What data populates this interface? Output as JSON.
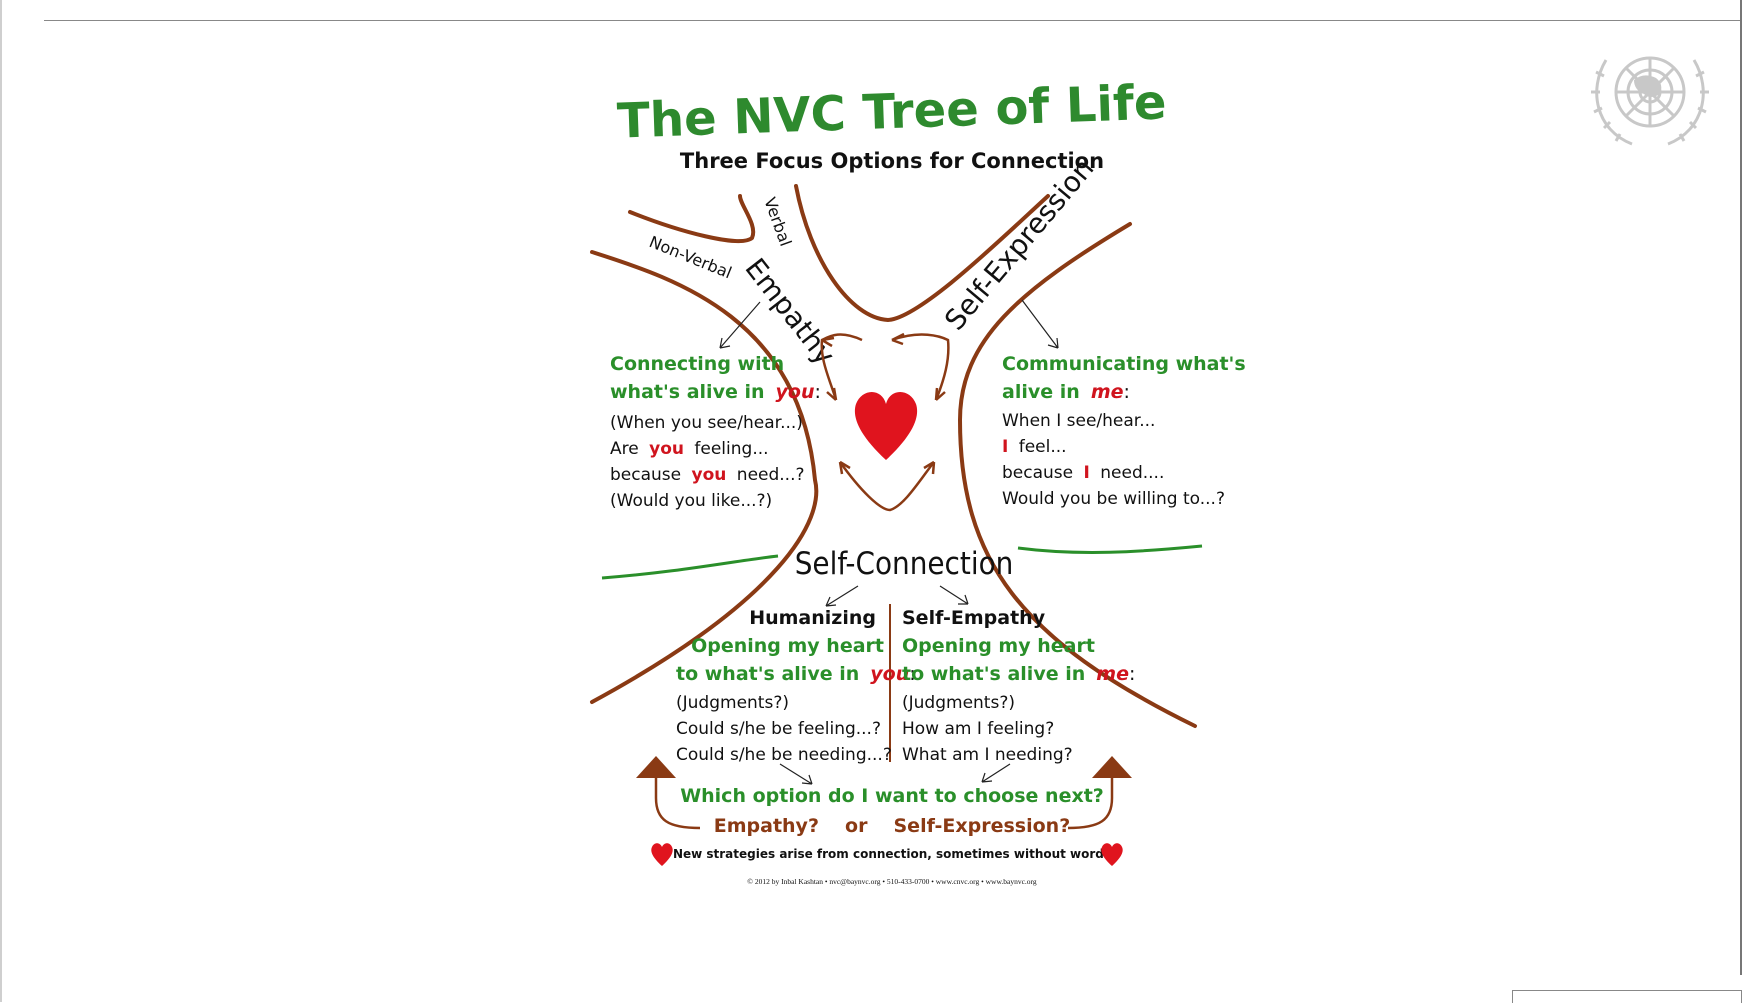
{
  "poster": {
    "title": "The NVC Tree of Life",
    "subtitle": "Three Focus Options for Connection",
    "branches": {
      "verbal": "Verbal",
      "non_verbal": "Non-Verbal",
      "empathy": "Empathy",
      "self_expression": "Self-Expression"
    },
    "empathy_block": {
      "heading_line1": "Connecting with",
      "heading_line2_pre": "what's alive in",
      "heading_line2_em": "you",
      "heading_line2_post": ":",
      "line1": "(When you see/hear...)",
      "line2_pre": "Are",
      "line2_em": "you",
      "line2_post": "feeling...",
      "line3_pre": "because",
      "line3_em": "you",
      "line3_post": "need...?",
      "line4": "(Would you like...?)"
    },
    "expression_block": {
      "heading_line1": "Communicating what's",
      "heading_line2_pre": "alive in",
      "heading_line2_em": "me",
      "heading_line2_post": ":",
      "line1": "When I see/hear...",
      "line2_em": "I",
      "line2_post": "feel...",
      "line3_pre": "because",
      "line3_em": "I",
      "line3_post": "need....",
      "line4": "Would you be willing to...?"
    },
    "self_connection": "Self-Connection",
    "humanizing": {
      "heading": "Humanizing",
      "line1": "Opening my heart",
      "line2_pre": "to what's alive in",
      "line2_em": "you",
      "line2_post": ":",
      "line3": "(Judgments?)",
      "line4": "Could s/he be feeling...?",
      "line5": "Could s/he be needing...?"
    },
    "self_empathy": {
      "heading": "Self-Empathy",
      "line1": "Opening my heart",
      "line2_pre": "to what's alive in",
      "line2_em": "me",
      "line2_post": ":",
      "line3": "(Judgments?)",
      "line4": "How am I feeling?",
      "line5": "What am I needing?"
    },
    "question": "Which option do I want to choose next?",
    "choice_a": "Empathy?",
    "choice_or": "or",
    "choice_b": "Self-Expression?",
    "strategies": "New strategies arise from connection, sometimes without words",
    "credit": "© 2012 by Inbal Kashtan • nvc@baynvc.org • 510-433-0700 • www.cnvc.org • www.baynvc.org"
  },
  "colors": {
    "green": "#2a8f2a",
    "brown": "#8a3a14",
    "red": "#d0141e"
  },
  "icons": [
    "un-emblem-icon",
    "heart-icon"
  ]
}
